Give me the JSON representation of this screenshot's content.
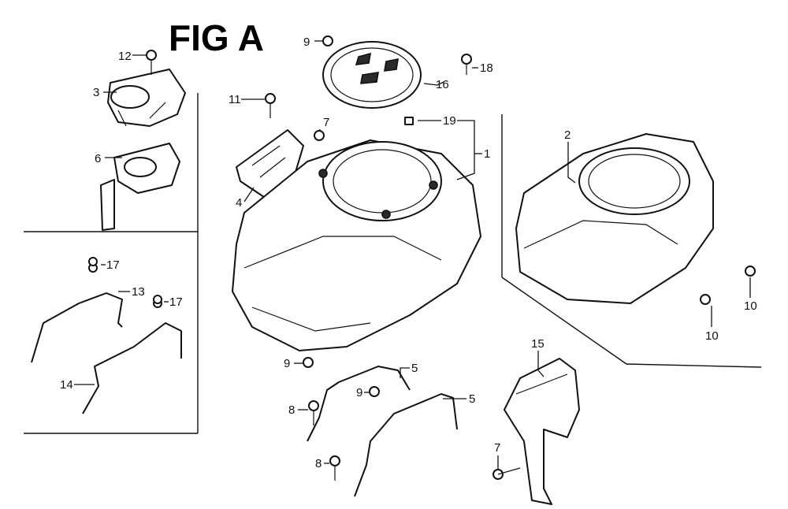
{
  "title": "FIG A",
  "callouts": [
    {
      "id": "c1",
      "text": "1"
    },
    {
      "id": "c2",
      "text": "2"
    },
    {
      "id": "c3",
      "text": "3"
    },
    {
      "id": "c4",
      "text": "4"
    },
    {
      "id": "c5a",
      "text": "5"
    },
    {
      "id": "c5b",
      "text": "5"
    },
    {
      "id": "c6",
      "text": "6"
    },
    {
      "id": "c7a",
      "text": "7"
    },
    {
      "id": "c7b",
      "text": "7"
    },
    {
      "id": "c8a",
      "text": "8"
    },
    {
      "id": "c8b",
      "text": "8"
    },
    {
      "id": "c9a",
      "text": "9"
    },
    {
      "id": "c9b",
      "text": "9"
    },
    {
      "id": "c9c",
      "text": "9"
    },
    {
      "id": "c10a",
      "text": "10"
    },
    {
      "id": "c10b",
      "text": "10"
    },
    {
      "id": "c11",
      "text": "11"
    },
    {
      "id": "c12",
      "text": "12"
    },
    {
      "id": "c13",
      "text": "13"
    },
    {
      "id": "c14",
      "text": "14"
    },
    {
      "id": "c15",
      "text": "15"
    },
    {
      "id": "c16",
      "text": "16"
    },
    {
      "id": "c17a",
      "text": "17"
    },
    {
      "id": "c17b",
      "text": "17"
    },
    {
      "id": "c18",
      "text": "18"
    },
    {
      "id": "c19",
      "text": "19"
    }
  ]
}
